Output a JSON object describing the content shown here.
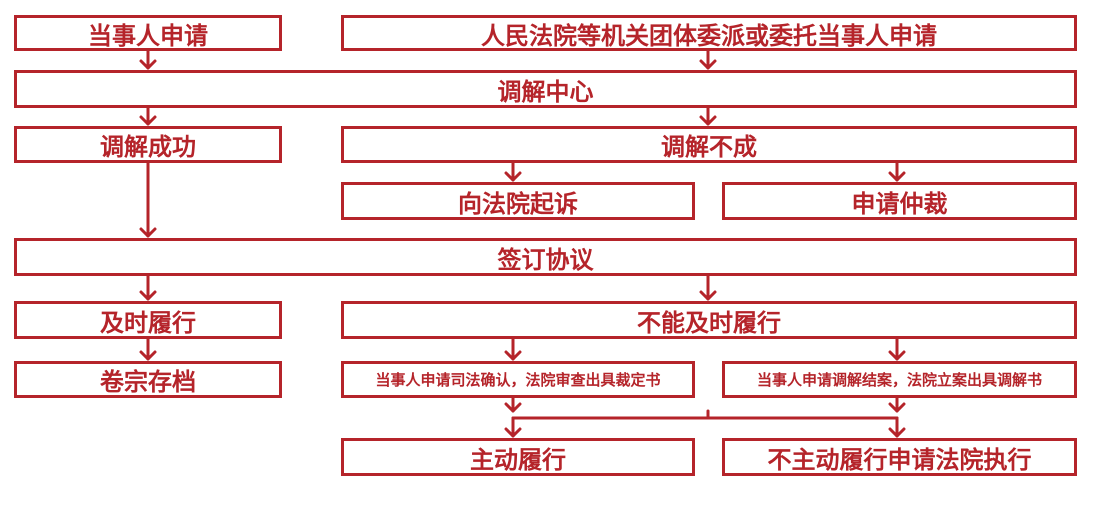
{
  "nodes": {
    "applicant_request": "当事人申请",
    "court_delegation": "人民法院等机关团体委派或委托当事人申请",
    "mediation_center": "调解中心",
    "mediation_success": "调解成功",
    "mediation_failed": "调解不成",
    "sue_in_court": "向法院起诉",
    "apply_arbitration": "申请仲裁",
    "sign_agreement": "签订协议",
    "timely_performance": "及时履行",
    "untimely_performance": "不能及时履行",
    "archive_file": "卷宗存档",
    "judicial_confirmation": "当事人申请司法确认，法院审查出具裁定书",
    "mediation_closure": "当事人申请调解结案，法院立案出具调解书",
    "voluntary_performance": "主动履行",
    "enforcement_application": "不主动履行申请法院执行"
  },
  "colors": {
    "accent": "#b5242a",
    "background": "#ffffff"
  }
}
